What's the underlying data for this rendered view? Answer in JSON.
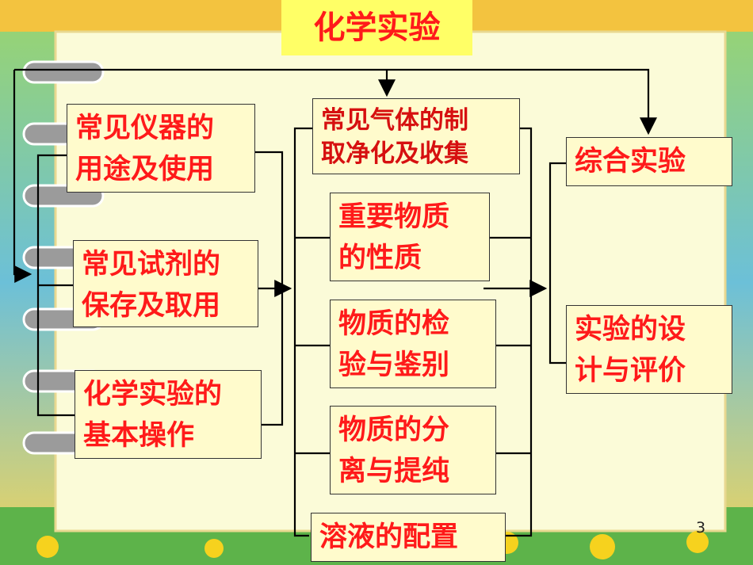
{
  "title": "化学实验",
  "left": [
    {
      "line1": "常见仪器的",
      "line2": "用途及使用"
    },
    {
      "line1": "常见试剂的",
      "line2": "保存及取用"
    },
    {
      "line1": "化学实验的",
      "line2": "基本操作"
    }
  ],
  "middle": [
    {
      "line1": "常见气体的制",
      "line2": "取净化及收集"
    },
    {
      "line1": "重要物质",
      "line2": "的性质"
    },
    {
      "line1": "物质的检",
      "line2": "验与鉴别"
    },
    {
      "line1": "物质的分",
      "line2": "离与提纯"
    },
    {
      "line1": "溶液的配置",
      "line2": ""
    }
  ],
  "right": [
    {
      "line1": "综合实验",
      "line2": ""
    },
    {
      "line1": "实验的设",
      "line2": "计与评价"
    }
  ],
  "page_number": "3",
  "colors": {
    "box_text": "#ff1a1a",
    "box_fill": "#fffbcc",
    "title_fill": "#ffff66",
    "line": "#000000"
  }
}
